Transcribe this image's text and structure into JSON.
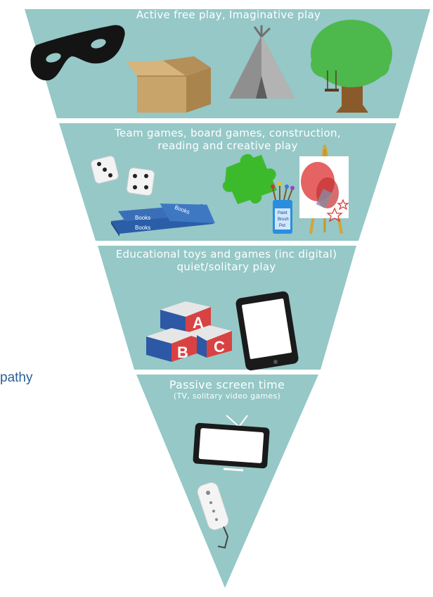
{
  "side_text": "pathy",
  "tiers": [
    {
      "label": "Active free play, Imaginative play"
    },
    {
      "label_line1": "Team games, board games, construction,",
      "label_line2": "reading and creative play"
    },
    {
      "label_line1": "Educational toys and games (inc digital)",
      "label_line2": "quiet/solitary play"
    },
    {
      "label_line1": "Passive screen time",
      "label_line2": "(TV, solitary video games)"
    }
  ],
  "illustrations": {
    "books": [
      "Books",
      "Books",
      "Books"
    ],
    "paint_pot": [
      "Paint",
      "Brush",
      "Pot"
    ],
    "blocks": [
      "A",
      "B",
      "C"
    ]
  },
  "colors": {
    "tier_fill": "#95c8c7",
    "tier_text": "#ffffff",
    "side_text": "#2a5f95"
  }
}
